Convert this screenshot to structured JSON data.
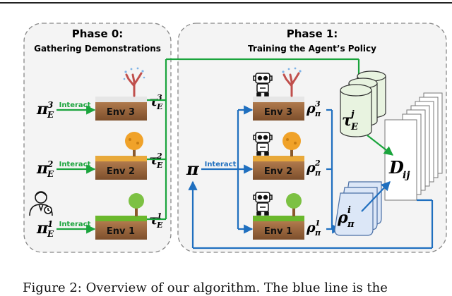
{
  "phase0": {
    "title": "Phase 0:",
    "subtitle": "Gathering Demonstrations"
  },
  "phase1": {
    "title": "Phase 1:",
    "subtitle": "Training the Agent’s Policy"
  },
  "interact_label": "Interact",
  "envs": {
    "env3": "Env 3",
    "env2": "Env 2",
    "env1": "Env 1"
  },
  "symbols": {
    "pi": "π",
    "pi_e_base": "π",
    "pi_e_sub": "E",
    "pi_e3_sup": "3",
    "pi_e2_sup": "2",
    "pi_e1_sup": "1",
    "tau": "τ",
    "tau_sub": "E",
    "tau3_sup": "3",
    "tau2_sup": "2",
    "tau1_sup": "1",
    "tau_j_sup": "j",
    "rho": "ρ",
    "rho_sub": "π",
    "rho3_sup": "3",
    "rho2_sup": "2",
    "rho1_sup": "1",
    "rho_i_sup": "i",
    "d_base": "D",
    "d_sub": "ij"
  },
  "caption": "Figure 2: Overview of our algorithm. The blue line is the",
  "colors": {
    "green_arrow": "#1aa43c",
    "blue_arrow": "#1f6fbf",
    "ground": "#9c6a43",
    "grass": "#6ab82c",
    "sand": "#e8a93a",
    "snow": "#e6e6e6",
    "panel_fill": "#f2f2f2",
    "tree_green": "#7cc143",
    "tree_orange": "#f0a229",
    "tree_winter": "#c0504d"
  }
}
